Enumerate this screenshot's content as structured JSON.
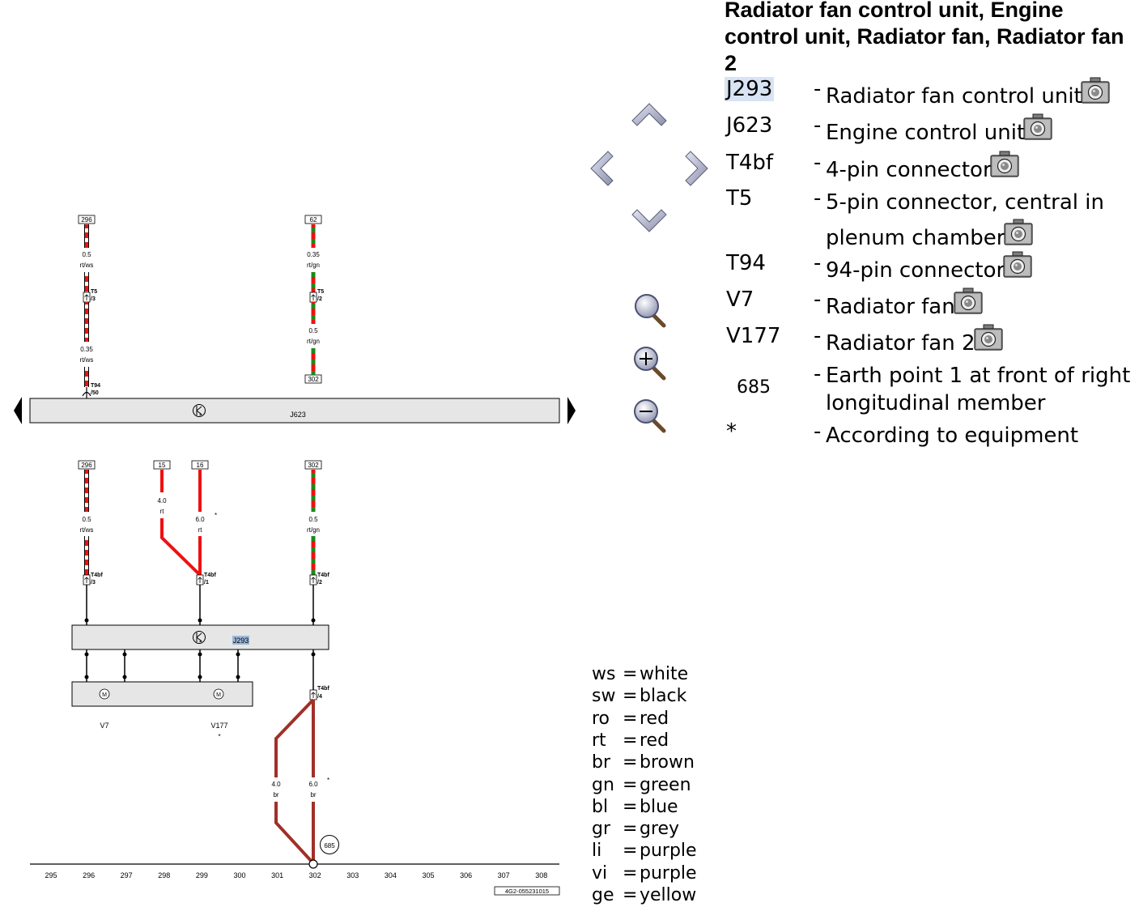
{
  "legend": {
    "title": "Radiator fan control unit, Engine control unit, Radiator fan, Radiator fan 2",
    "components": [
      {
        "code": "J293",
        "desc": "Radiator fan control unit",
        "photo": true,
        "selected": true
      },
      {
        "code": "J623",
        "desc": "Engine control unit",
        "photo": true
      },
      {
        "code": "T4bf",
        "desc": "4-pin connector",
        "photo": true
      },
      {
        "code": "T5",
        "desc": "5-pin connector, central in plenum chamber",
        "photo": true
      },
      {
        "code": "T94",
        "desc": "94-pin connector",
        "photo": true
      },
      {
        "code": "V7",
        "desc": "Radiator fan",
        "photo": true
      },
      {
        "code": "V177",
        "desc": "Radiator fan 2",
        "photo": true
      },
      {
        "code": "685",
        "desc": "Earth point 1 at front of right longitudinal member",
        "photo": false
      },
      {
        "code": "*",
        "desc": "According to equipment",
        "photo": false
      }
    ],
    "dash": "-"
  },
  "color_codes": [
    {
      "abbr": "ws",
      "eq": "=",
      "name": "white"
    },
    {
      "abbr": "sw",
      "eq": "=",
      "name": "black"
    },
    {
      "abbr": "ro",
      "eq": "=",
      "name": "red"
    },
    {
      "abbr": "rt",
      "eq": "=",
      "name": "red"
    },
    {
      "abbr": "br",
      "eq": "=",
      "name": "brown"
    },
    {
      "abbr": "gn",
      "eq": "=",
      "name": "green"
    },
    {
      "abbr": "bl",
      "eq": "=",
      "name": "blue"
    },
    {
      "abbr": "gr",
      "eq": "=",
      "name": "grey"
    },
    {
      "abbr": "li",
      "eq": "=",
      "name": "purple"
    },
    {
      "abbr": "vi",
      "eq": "=",
      "name": "purple"
    },
    {
      "abbr": "ge",
      "eq": "=",
      "name": "yellow"
    }
  ],
  "navigation": {
    "icons": [
      "arrow-up-icon",
      "arrow-left-icon",
      "arrow-right-icon",
      "arrow-down-icon",
      "magnifier-icon",
      "zoom-in-icon",
      "zoom-out-icon"
    ]
  },
  "diagram": {
    "colors": {
      "red": "#ee1111",
      "green": "#1a8a1a",
      "brown": "#a03028",
      "white": "#ffffff",
      "box_fill": "#e6e6e6",
      "highlight": "#9cb8d8"
    },
    "top": {
      "term1": "296",
      "term2": "62",
      "term3": "302",
      "w1a_size": "0.5",
      "w1a_color": "rt/ws",
      "w1b_size": "0.35",
      "w1b_color": "rt/ws",
      "w2a_size": "0.35",
      "w2a_color": "rt/gn",
      "w2b_size": "0.5",
      "w2b_color": "rt/gn",
      "t5a": "T5",
      "t5a_pin": "/3",
      "t5b": "T5",
      "t5b_pin": "/2",
      "t94": "T94",
      "t94_pin": "/50"
    },
    "j623": {
      "label": "J623"
    },
    "bottom": {
      "term1": "296",
      "term2": "15",
      "term3": "16",
      "term4": "302",
      "w1_size": "0.5",
      "w1_color": "rt/ws",
      "w2_size": "4.0",
      "w2_color": "rt",
      "w3_size": "6.0",
      "w3_color": "rt",
      "w4_size": "0.5",
      "w4_color": "rt/gn",
      "c1": "T4bf",
      "c1_pin": "/3",
      "c2": "T4bf",
      "c2_pin": "/1",
      "c3": "T4bf",
      "c3_pin": "/2",
      "c4": "T4bf",
      "c4_pin": "/4",
      "star": "*"
    },
    "j293": {
      "label": "J293"
    },
    "fans": {
      "v7": "V7",
      "v177": "V177",
      "star": "*"
    },
    "earth": {
      "w5_size": "4.0",
      "w5_color": "br",
      "w6_size": "6.0",
      "w6_color": "br",
      "point": "685",
      "star": "*"
    },
    "ruler": [
      "295",
      "296",
      "297",
      "298",
      "299",
      "300",
      "301",
      "302",
      "303",
      "304",
      "305",
      "306",
      "307",
      "308"
    ],
    "doc_id": "4G2-055231015"
  }
}
